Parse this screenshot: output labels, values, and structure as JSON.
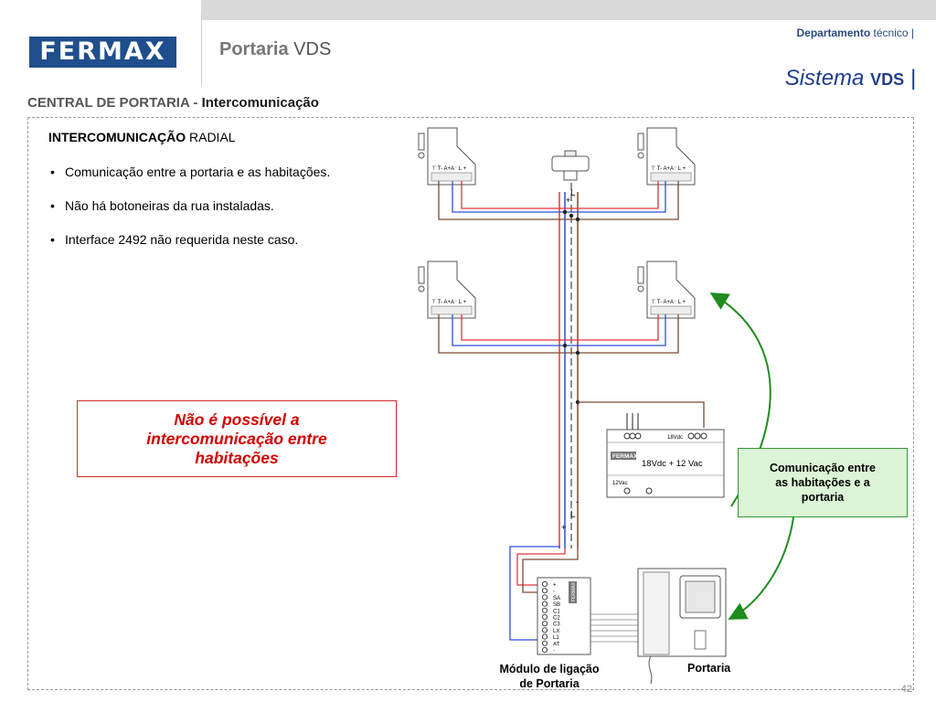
{
  "header": {
    "brand": "FERMAX",
    "title_bold": "Portaria",
    "title_light": "VDS",
    "department_bold": "Departamento",
    "department_light": "técnico",
    "system_word": "Sistema",
    "system_code": "VDS"
  },
  "section": {
    "prefix": "CENTRAL DE PORTARIA - ",
    "topic": "Intercomunicação"
  },
  "body": {
    "heading_bold": "INTERCOMUNICAÇÃO",
    "heading_light": "RADIAL",
    "bullets": [
      "Comunicação entre a portaria e as habitações.",
      "Não há botoneiras da rua instaladas.",
      "Interface 2492 não requerida neste caso."
    ]
  },
  "callouts": {
    "warning": "Não é possível a intercomunicação entre habitações",
    "communication": "Comunicação entre as habitações e a portaria"
  },
  "diagram": {
    "terminal_labels": "⊤ T- A+A⁻ L +",
    "psu_brand": "FERMAX",
    "psu_label": "18Vdc + 12 Vac",
    "psu_18vdc": "18Vdc",
    "psu_12vac": "12Vac",
    "module_brand": "FERMAX",
    "module_terminals": [
      "+",
      "-",
      "SA",
      "SB",
      "C1",
      "C2",
      "C3",
      "LX",
      "L1",
      "AT",
      "-"
    ],
    "wire_marks": {
      "plus": "+",
      "L": "L",
      "minus": "-"
    },
    "colors": {
      "red": "#e8333b",
      "blue": "#2f4fd6",
      "brown": "#7a4a30",
      "green": "#1e8c1e",
      "black": "#222222"
    }
  },
  "labels": {
    "module_line1": "Módulo de ligação",
    "module_line2": "de Portaria",
    "portaria": "Portaria"
  },
  "page_number": "42"
}
